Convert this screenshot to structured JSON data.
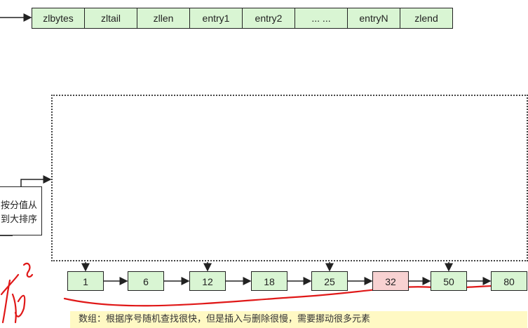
{
  "ziplist": {
    "cells": [
      {
        "label": "zlbytes"
      },
      {
        "label": "zltail"
      },
      {
        "label": "zllen"
      },
      {
        "label": "entry1"
      },
      {
        "label": "entry2"
      },
      {
        "label": "... ..."
      },
      {
        "label": "entryN"
      },
      {
        "label": "zlend"
      }
    ]
  },
  "note": {
    "line1": "按分值从",
    "line2": "到大排序"
  },
  "list": {
    "nodes": [
      {
        "value": "1",
        "highlight": false
      },
      {
        "value": "6",
        "highlight": false
      },
      {
        "value": "12",
        "highlight": false
      },
      {
        "value": "18",
        "highlight": false
      },
      {
        "value": "25",
        "highlight": false
      },
      {
        "value": "32",
        "highlight": true
      },
      {
        "value": "50",
        "highlight": false
      },
      {
        "value": "80",
        "highlight": false
      }
    ]
  },
  "caption": {
    "text": "数组：根据序号随机查找很快，但是插入与删除很慢，需要挪动很多元素"
  },
  "colors": {
    "node_fill": "#d9f5d3",
    "node_highlight": "#f8d2d2",
    "annotation_red": "#e01818",
    "caption_bg": "#fff9c4"
  }
}
